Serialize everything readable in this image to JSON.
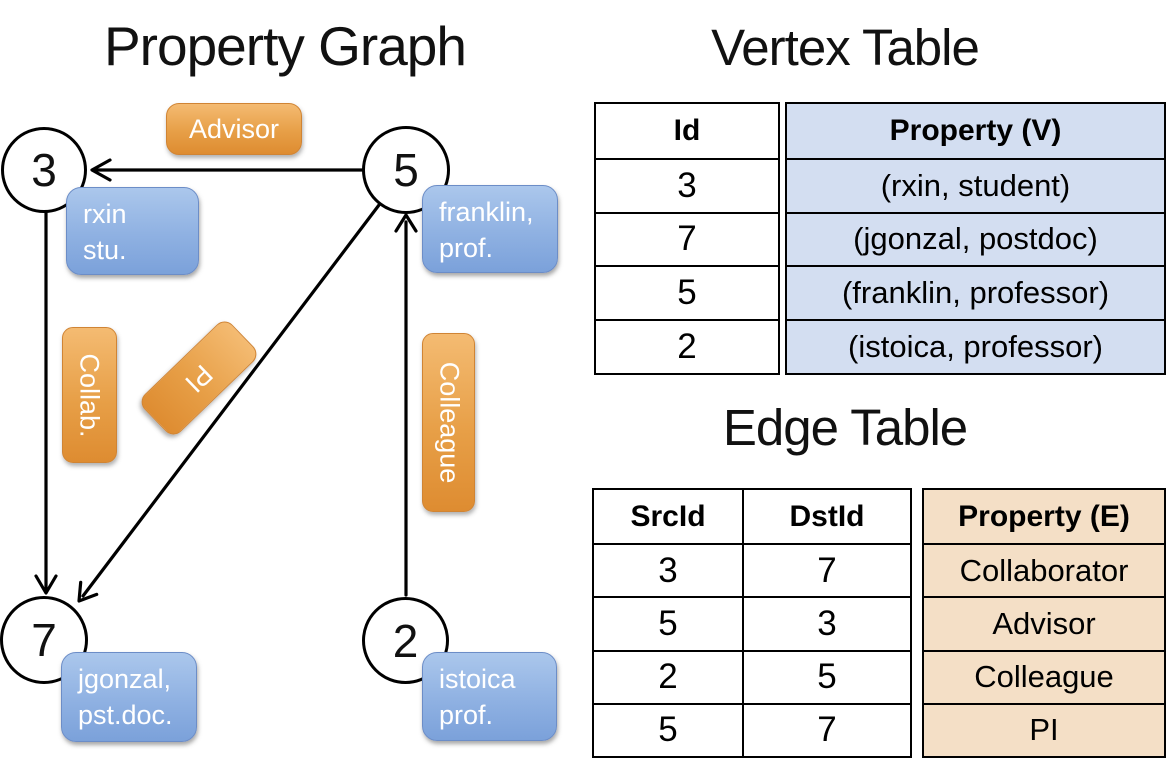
{
  "graph": {
    "title": "Property Graph",
    "nodes": [
      {
        "id": "3"
      },
      {
        "id": "5"
      },
      {
        "id": "7"
      },
      {
        "id": "2"
      }
    ],
    "property_boxes": [
      {
        "lines": [
          "rxin",
          "stu."
        ]
      },
      {
        "lines": [
          "franklin,",
          "prof."
        ]
      },
      {
        "lines": [
          "jgonzal,",
          "pst.doc."
        ]
      },
      {
        "lines": [
          "istoica",
          "prof."
        ]
      }
    ],
    "edge_labels": [
      {
        "label": "Advisor"
      },
      {
        "label": "Collab."
      },
      {
        "label": "PI"
      },
      {
        "label": "Colleague"
      }
    ]
  },
  "vertex_table": {
    "title": "Vertex Table",
    "id_header": "Id",
    "property_header": "Property (V)",
    "rows": [
      {
        "id": "3",
        "property": "(rxin, student)"
      },
      {
        "id": "7",
        "property": "(jgonzal, postdoc)"
      },
      {
        "id": "5",
        "property": "(franklin, professor)"
      },
      {
        "id": "2",
        "property": "(istoica, professor)"
      }
    ]
  },
  "edge_table": {
    "title": "Edge Table",
    "src_header": "SrcId",
    "dst_header": "DstId",
    "property_header": "Property (E)",
    "rows": [
      {
        "src": "3",
        "dst": "7",
        "property": "Collaborator"
      },
      {
        "src": "5",
        "dst": "3",
        "property": "Advisor"
      },
      {
        "src": "2",
        "dst": "5",
        "property": "Colleague"
      },
      {
        "src": "5",
        "dst": "7",
        "property": "PI"
      }
    ]
  },
  "colors": {
    "vertex_fill": "#d3def1",
    "edge_fill": "#f4dfc6",
    "orange_label_top": "#f4bb72",
    "orange_label_bottom": "#de8c31",
    "blue_box_top": "#abc7ec",
    "blue_box_bottom": "#7ba1da",
    "line": "#000000"
  }
}
